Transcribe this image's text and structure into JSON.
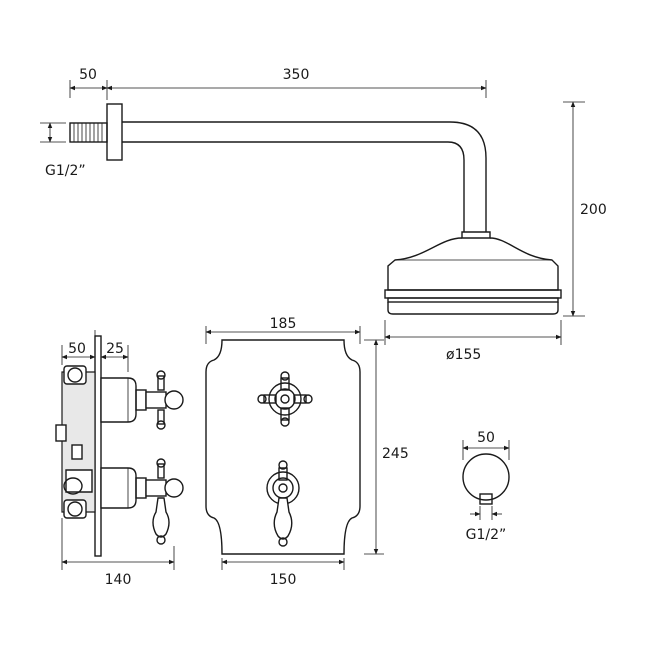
{
  "dimensions": {
    "arm_flange": "50",
    "arm_length": "350",
    "arm_thread": "G1/2”",
    "head_drop": "200",
    "head_diameter": "ø155",
    "valve_depth": "50",
    "valve_handle": "25",
    "valve_side_width": "140",
    "plate_width_top": "185",
    "plate_height": "245",
    "plate_width_bottom": "150",
    "outlet_diameter": "50",
    "outlet_thread": "G1/2”"
  }
}
